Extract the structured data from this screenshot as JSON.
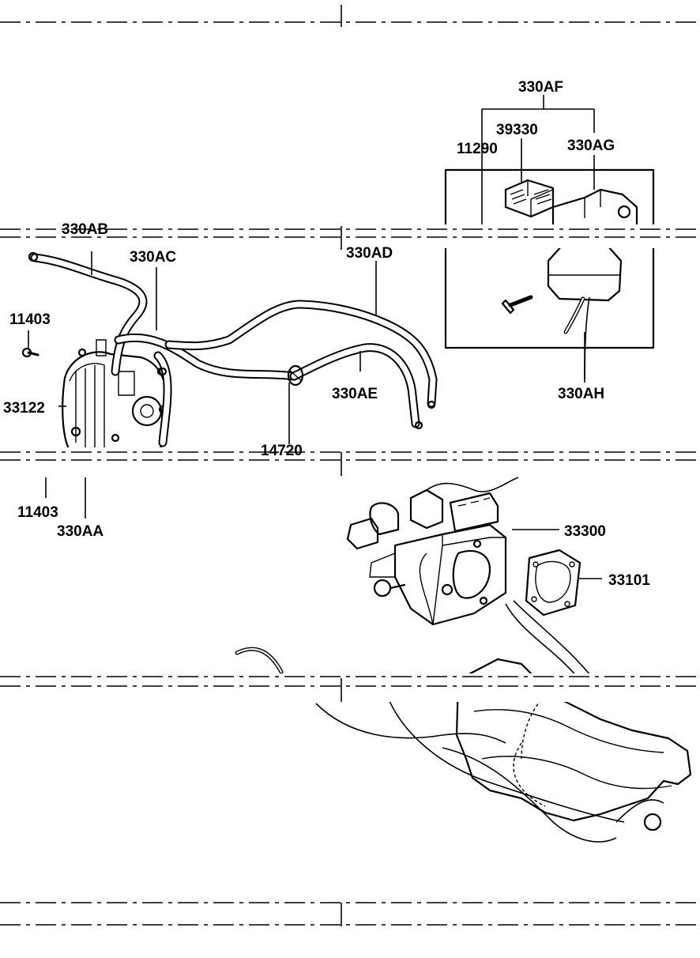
{
  "labels": {
    "p330AF": "330AF",
    "p39330": "39330",
    "p11290": "11290",
    "p330AG": "330AG",
    "p330AB": "330AB",
    "p330AC": "330AC",
    "p330AD": "330AD",
    "p11403_top": "11403",
    "p33122": "33122",
    "p330AE": "330AE",
    "p14720": "14720",
    "p330AH": "330AH",
    "p11403_bottom": "11403",
    "p330AA": "330AA",
    "p33300": "33300",
    "p33101": "33101"
  }
}
